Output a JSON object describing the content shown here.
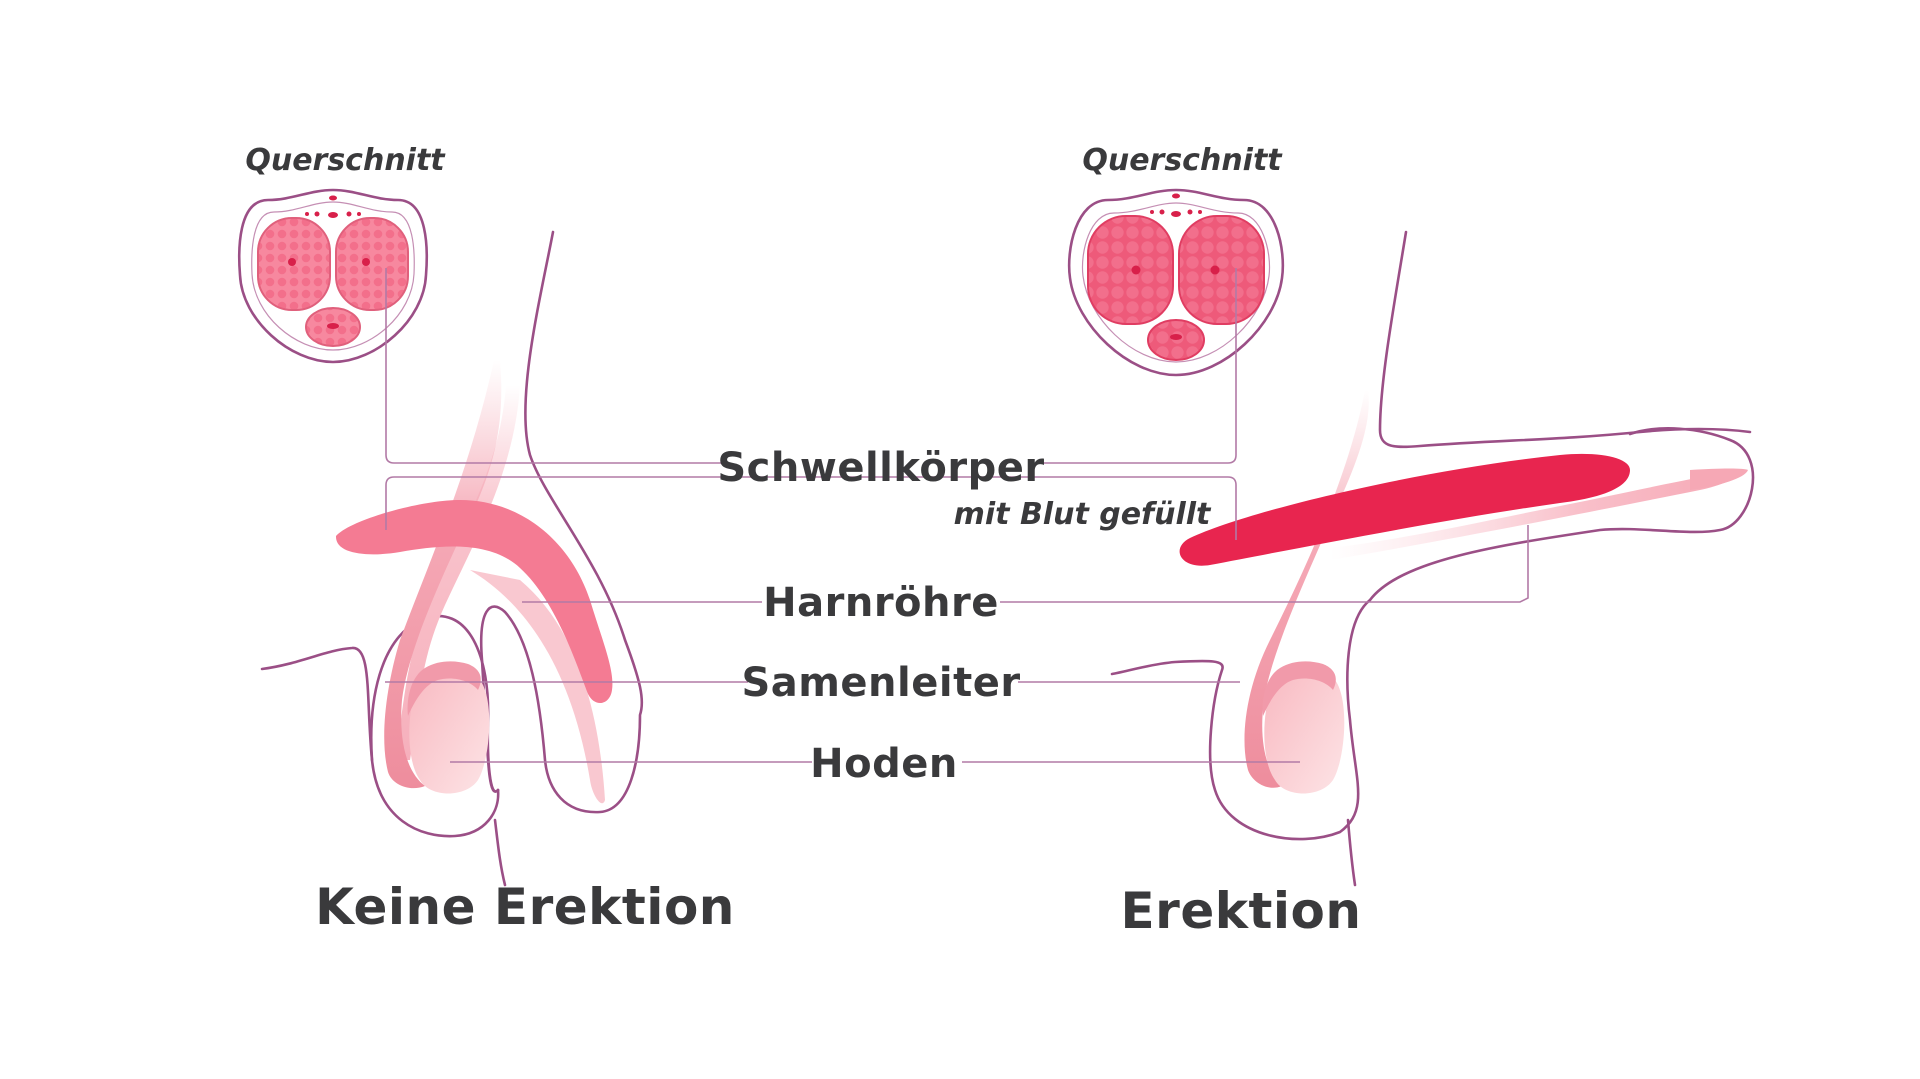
{
  "labels": {
    "cross_section_left": "Querschnitt",
    "cross_section_right": "Querschnitt",
    "corpora_cavernosa": "Schwellkörper",
    "corpora_note": "mit Blut gefüllt",
    "urethra": "Harnröhre",
    "vas_deferens": "Samenleiter",
    "testis": "Hoden",
    "state_flaccid": "Keine Erektion",
    "state_erect": "Erektion"
  },
  "colors": {
    "outline": "#9b4f86",
    "leader": "#b27aa6",
    "tissue_relaxed": "#f47b93",
    "tissue_filled": "#e8254f",
    "testis": "#f7c1c6",
    "text": "#3a3a3c"
  }
}
